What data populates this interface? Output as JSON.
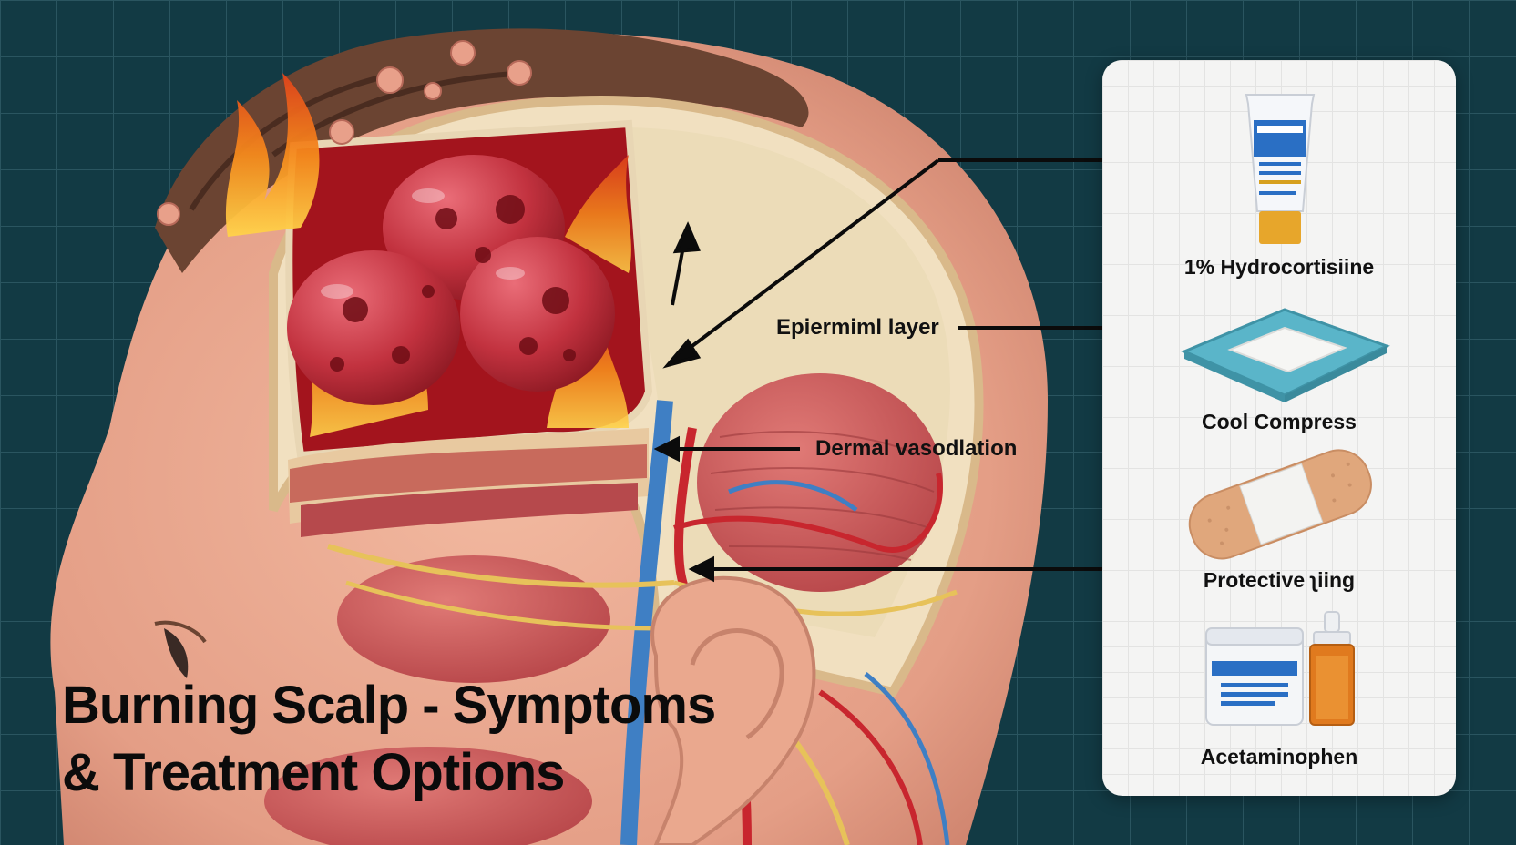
{
  "title": {
    "line1": "Burning Scalp - Symptoms",
    "line2": "& Treatment Options"
  },
  "callouts": {
    "epidermal": "Epiermiml layer",
    "dermal": "Dermal vasodlation"
  },
  "treatments": [
    {
      "label": "1% Hydrocortisiine",
      "icon": "hydrocortisone-tube-icon"
    },
    {
      "label": "Cool Compress",
      "icon": "cool-compress-icon"
    },
    {
      "label": "Protective ʅiing",
      "icon": "bandage-icon"
    },
    {
      "label": "Acetaminophen",
      "icon": "medicine-jar-icon"
    }
  ],
  "colors": {
    "background": "#123a44",
    "panel": "#f4f4f3",
    "skin": "#e6a48c",
    "tissue": "#c8414a",
    "vein": "#3f7fc4",
    "nerve": "#e7c25a",
    "flame": "#f39a22"
  }
}
